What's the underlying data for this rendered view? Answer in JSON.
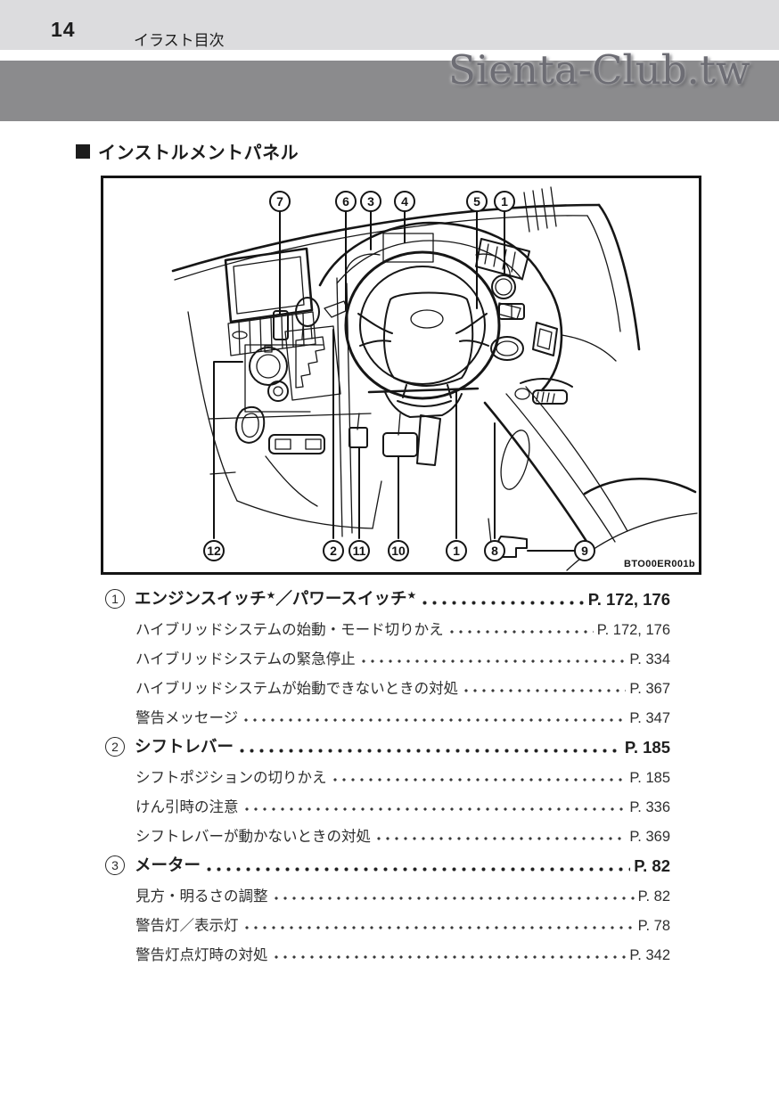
{
  "page": {
    "number": "14",
    "header_section": "イラスト目次",
    "watermark": "Sienta-Club.tw",
    "heading": "インストルメントパネル",
    "figure_code": "BTO00ER001b"
  },
  "figure": {
    "callouts": [
      "7",
      "6",
      "3",
      "4",
      "5",
      "1",
      "12",
      "2",
      "11",
      "10",
      "1",
      "8",
      "9"
    ]
  },
  "toc": {
    "sections": [
      {
        "num": "1",
        "title_segments": [
          {
            "text": "エンジンスイッチ",
            "star": "★"
          },
          {
            "text": "／パワースイッチ",
            "star": "★"
          }
        ],
        "page": "P. 172, 176",
        "items": [
          {
            "label": "ハイブリッドシステムの始動・モード切りかえ",
            "page": "P. 172, 176"
          },
          {
            "label": "ハイブリッドシステムの緊急停止",
            "page": "P. 334"
          },
          {
            "label": "ハイブリッドシステムが始動できないときの対処",
            "page": "P. 367"
          },
          {
            "label": "警告メッセージ",
            "page": "P. 347"
          }
        ]
      },
      {
        "num": "2",
        "title": "シフトレバー",
        "page": "P. 185",
        "items": [
          {
            "label": "シフトポジションの切りかえ",
            "page": "P. 185"
          },
          {
            "label": "けん引時の注意",
            "page": "P. 336"
          },
          {
            "label": "シフトレバーが動かないときの対処",
            "page": "P. 369"
          }
        ]
      },
      {
        "num": "3",
        "title": "メーター",
        "page": "P. 82",
        "items": [
          {
            "label": "見方・明るさの調整",
            "page": "P. 82"
          },
          {
            "label": "警告灯／表示灯",
            "page": "P. 78"
          },
          {
            "label": "警告灯点灯時の対処",
            "page": "P. 342"
          }
        ]
      }
    ]
  },
  "colors": {
    "header_light": "#dcdcde",
    "header_dark": "#8b8b8d",
    "ink": "#141414"
  }
}
